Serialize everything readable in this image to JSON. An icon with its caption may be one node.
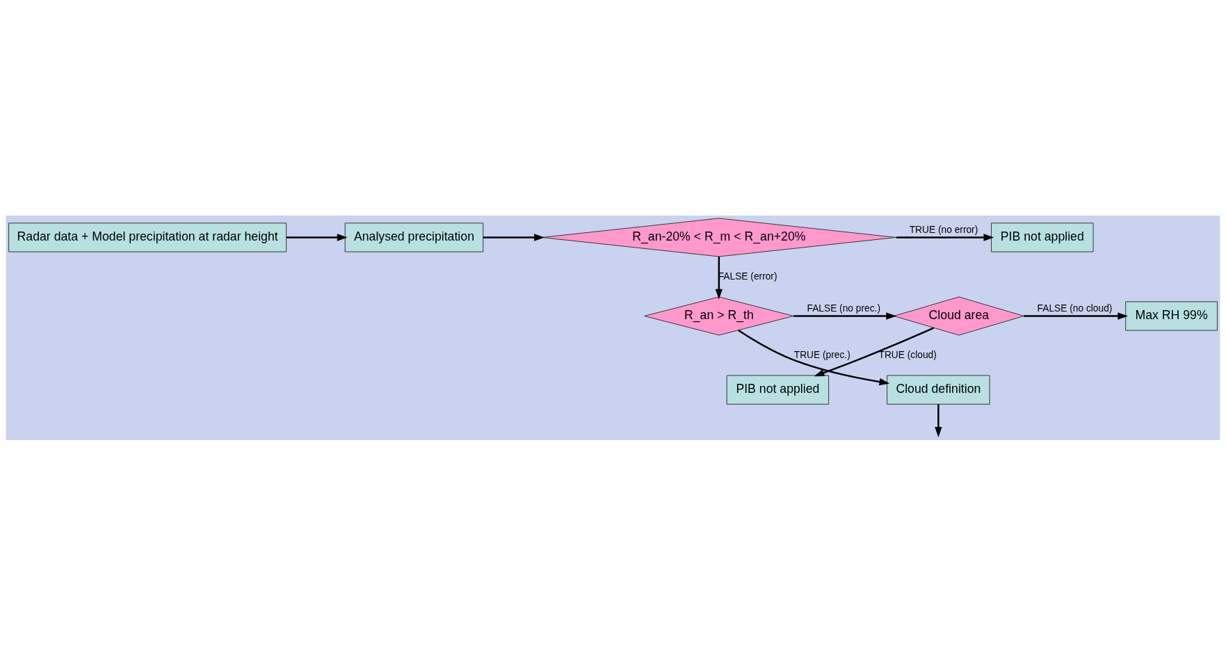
{
  "diagram": {
    "nodes": [
      {
        "text": [
          "Radar data + Model precipitation at radar height"
        ]
      },
      {
        "text": [
          "Analysed precipitation"
        ]
      },
      {
        "text": [
          "R_an-20% < R_m < R_an+20%"
        ]
      },
      {
        "text": [
          "PIB not applied"
        ]
      },
      {
        "text": [
          "R_an > R_th"
        ]
      },
      {
        "text": [
          "Cloud area"
        ]
      },
      {
        "text": [
          "Max RH 99%"
        ]
      },
      {
        "text": [
          "PIB not applied"
        ]
      },
      {
        "text": [
          "Cloud definition"
        ]
      }
    ],
    "edges": [
      {
        "from": 0,
        "to": 1,
        "arrow": "to"
      },
      {
        "from": 1,
        "to": 2,
        "arrow": "to"
      },
      {
        "from": 2,
        "to": 3,
        "arrow": "to",
        "label": "TRUE (no error)"
      },
      {
        "from": 2,
        "to": 4,
        "arrow": "to",
        "label": "FALSE (error)"
      },
      {
        "from": 4,
        "to": 5,
        "arrow": "to",
        "label": "FALSE (no prec.)"
      },
      {
        "from": 5,
        "to": 6,
        "arrow": "to",
        "label": "FALSE (no cloud)"
      },
      {
        "from": 5,
        "to": 7,
        "arrow": "to",
        "label": "TRUE (cloud)"
      },
      {
        "from": 4,
        "to": 8,
        "arrow": "to",
        "label": "TRUE (prec.)"
      },
      {
        "from": 8,
        "to": null,
        "arrow": "to"
      }
    ]
  }
}
